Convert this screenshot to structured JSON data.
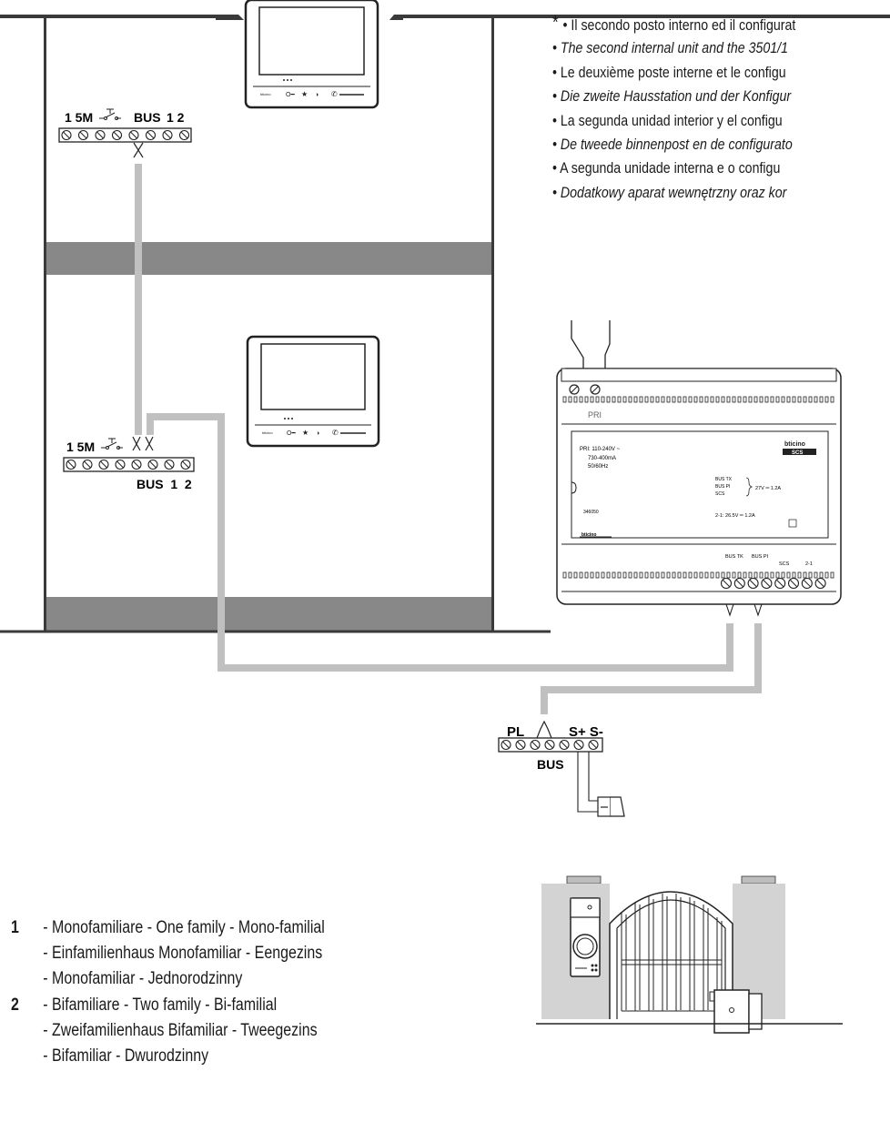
{
  "notes": {
    "asterisk": "*",
    "lines": [
      "• Il secondo posto interno ed il configurat",
      "• The second internal unit and the 3501/1",
      "• Le deuxième poste interne et le configu",
      "• Die zweite Hausstation und der Konfigur",
      "• La segunda unidad interior y el configu",
      "• De tweede binnenpost en de configurato",
      "• A segunda unidade interna e o configu",
      "• Dodatkowy aparat wewnętrzny oraz kor"
    ]
  },
  "upper_terminal": {
    "left_label": "1 5M",
    "switch_symbol": "T",
    "bus_label": "BUS",
    "right_labels": "1 2"
  },
  "lower_terminal": {
    "top_label": "1 5M",
    "switch_symbol": "T",
    "bottom_label": "BUS  1  2"
  },
  "power_supply": {
    "prefix": "PRI",
    "input_spec": [
      "PRI: 110-240V ~",
      "730-400mA",
      "50/60Hz"
    ],
    "bus_outputs": [
      "BUS TX",
      "BUS PI",
      "SCS"
    ],
    "bus_output_spec": "27V ═ 1.2A",
    "aux_output": "2-1: 26.5V ═ 1.2A",
    "code": "346050",
    "brand": "bticino",
    "logo_text": "SCS",
    "terminal_labels": [
      "BUS TK",
      "BUS PI",
      "SCS",
      "2-1"
    ]
  },
  "entrance_terminal": {
    "left_label": "PL",
    "right_label": "S+ S-",
    "bottom_label": "BUS"
  },
  "legend": [
    {
      "number": "1",
      "lines": [
        "- Monofamiliare - One family - Mono-familial",
        "- Einfamilienhaus Monofamiliar - Eengezins",
        "- Monofamiliar - Jednorodzinny"
      ]
    },
    {
      "number": "2",
      "lines": [
        "- Bifamiliare - Two family - Bi-familial",
        "- Zweifamilienhaus Bifamiliar - Tweegezins",
        "- Bifamiliar - Dwurodzinny"
      ]
    }
  ],
  "colors": {
    "cable": "#c0c0c0",
    "floor_band": "#888888",
    "wall": "#3a3a3a"
  }
}
